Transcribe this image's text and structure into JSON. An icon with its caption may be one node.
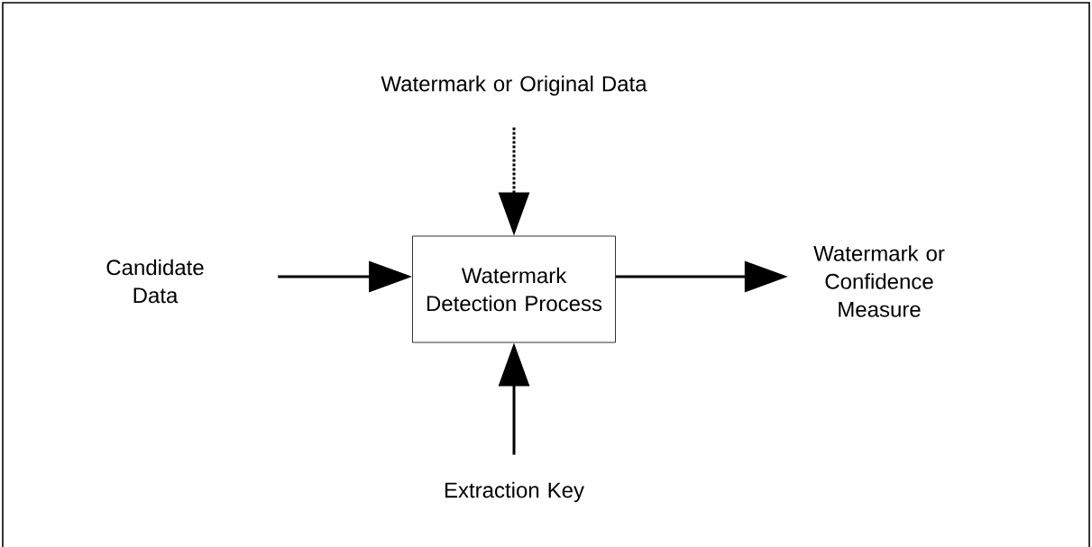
{
  "diagram": {
    "nodes": [
      {
        "text": [
          "Watermark or Original Data"
        ]
      },
      {
        "text": [
          "Candidate Data"
        ]
      },
      {
        "text": [
          "Watermark Detection Process"
        ]
      },
      {
        "text": [
          "Watermark or Confidence Measure"
        ]
      },
      {
        "text": [
          "Extraction Key"
        ]
      }
    ],
    "edges": [
      {
        "from": 0,
        "to": 2,
        "arrow": "to",
        "style": "dashed"
      },
      {
        "from": 1,
        "to": 2,
        "arrow": "to"
      },
      {
        "from": 2,
        "to": 3,
        "arrow": "to"
      },
      {
        "from": 4,
        "to": 2,
        "arrow": "to"
      }
    ]
  }
}
